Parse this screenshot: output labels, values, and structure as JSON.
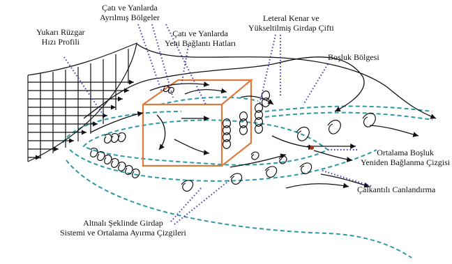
{
  "labels": {
    "upwind_profile": [
      "Yukarı Rüzgar",
      "Hızı Profili"
    ],
    "roof_separated": [
      "Çatı ve Yanlarda",
      "Ayrılmış Bölgeler"
    ],
    "roof_reattach": [
      "Çatı ve Yanlarda",
      "Yeni Bağlantı Hatları"
    ],
    "lateral_vortex": [
      "Leteral Kenar ve",
      "Yükseltilmiş  Girdap Çifti"
    ],
    "cavity_zone": "Boşluk Bölgesi",
    "mean_cavity": [
      "Ortalama Boşluk",
      "Yeniden Bağlanma Çizgisi"
    ],
    "turbulent_wake": "Çalkantılı Canlandırma",
    "horseshoe": [
      "Altnalı Şeklinde Girdap",
      "Sistemi ve Ortalama Ayırma Çizgileri"
    ]
  },
  "colors": {
    "building": "#e07a3a",
    "separation_lines": "#2a9aa6",
    "leader_dots": "#3b3bb0",
    "flow": "#111111"
  }
}
